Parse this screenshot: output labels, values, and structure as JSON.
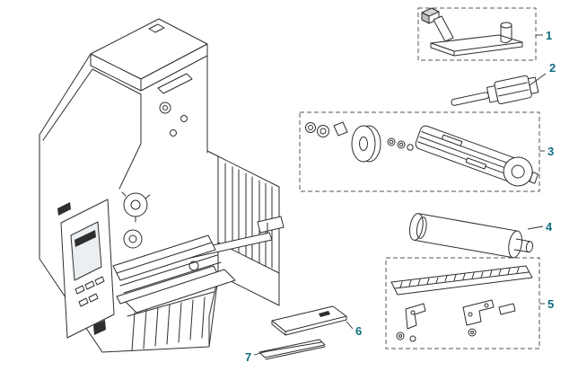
{
  "diagram": {
    "description": "Exploded parts diagram of an industrial label printer with seven numbered replacement parts",
    "callouts": [
      {
        "id": 1,
        "label": "1",
        "boxed": true
      },
      {
        "id": 2,
        "label": "2",
        "boxed": false
      },
      {
        "id": 3,
        "label": "3",
        "boxed": true
      },
      {
        "id": 4,
        "label": "4",
        "boxed": false
      },
      {
        "id": 5,
        "label": "5",
        "boxed": true
      },
      {
        "id": 6,
        "label": "6",
        "boxed": false
      },
      {
        "id": 7,
        "label": "7",
        "boxed": false
      }
    ],
    "colors": {
      "callout": "#0e6e7e",
      "line": "#2e2e2e",
      "dashed_box": "#555555",
      "background": "#ffffff"
    }
  }
}
